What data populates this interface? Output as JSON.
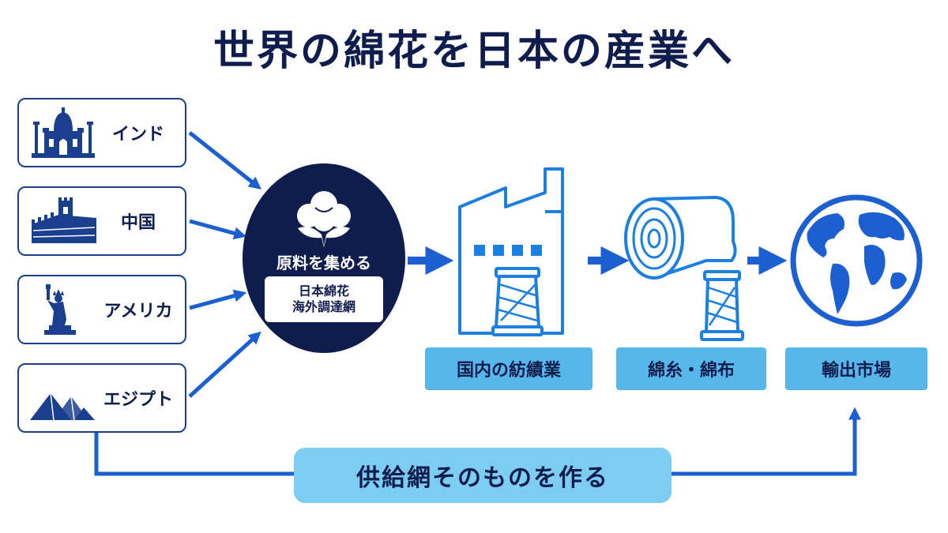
{
  "title": "世界の綿花を日本の産業へ",
  "sources": [
    {
      "label": "インド",
      "icon": "taj-mahal-icon"
    },
    {
      "label": "中国",
      "icon": "great-wall-icon"
    },
    {
      "label": "アメリカ",
      "icon": "statue-of-liberty-icon"
    },
    {
      "label": "エジプト",
      "icon": "pyramids-icon"
    }
  ],
  "hub": {
    "title": "原料を集める",
    "line1": "日本綿花",
    "line2": "海外調達網",
    "icon": "cotton-boll-icon"
  },
  "stages": [
    {
      "label": "国内の紡績業",
      "icon": "factory-spool-icon"
    },
    {
      "label": "綿糸・綿布",
      "icon": "fabric-roll-spool-icon"
    },
    {
      "label": "輸出市場",
      "icon": "globe-icon"
    }
  ],
  "bottom": {
    "label": "供給網そのものを作る"
  },
  "colors": {
    "navy": "#0f1d4e",
    "blue": "#1b5fd0",
    "light_blue": "#56b7ea",
    "pale_blue": "#7ccdf1"
  }
}
